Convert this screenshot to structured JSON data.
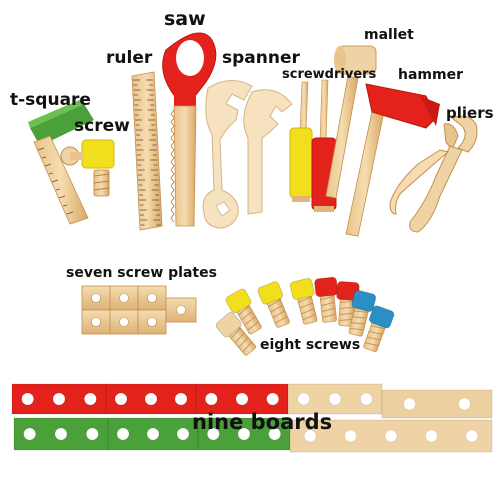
{
  "labels": {
    "saw": "saw",
    "ruler": "ruler",
    "spanner": "spanner",
    "mallet": "mallet",
    "screwdrivers": "screwdrivers",
    "hammer": "hammer",
    "t_square": "t-square",
    "screw": "screw",
    "pliers": "pliers",
    "seven_screw_plates": "seven screw plates",
    "eight_screws": "eight screws",
    "nine_boards": "nine boards"
  },
  "colors": {
    "wood_light": "#f0d3a4",
    "wood_mid": "#e2b67a",
    "wood_dark": "#c48f4f",
    "red": "#e4221c",
    "green": "#4aa13a",
    "yellow": "#f2df1c",
    "blue": "#2a8fc4",
    "background": "#ffffff"
  }
}
